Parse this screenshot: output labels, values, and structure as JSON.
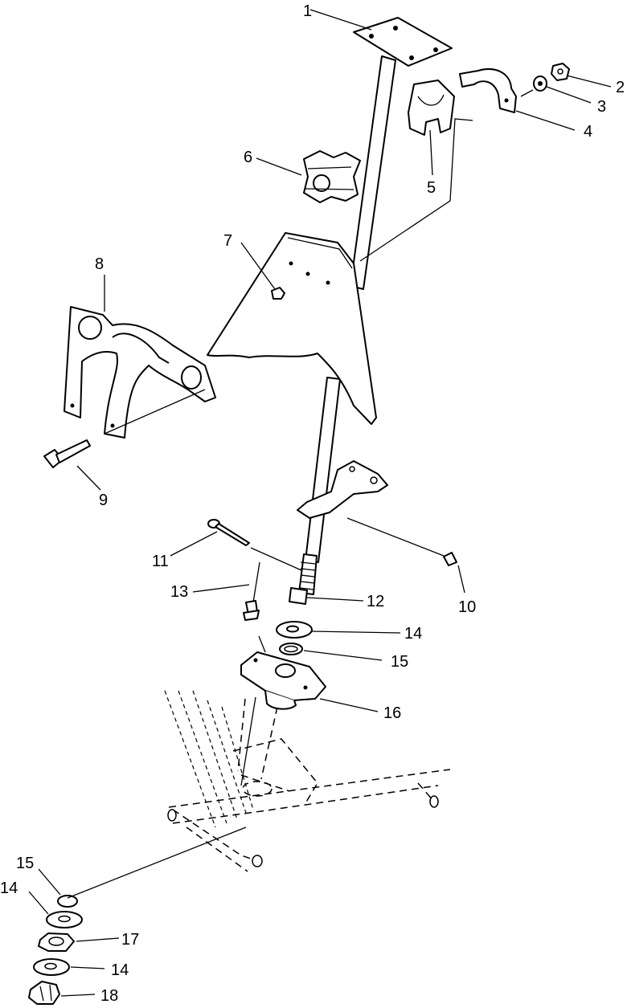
{
  "diagram": {
    "callouts": [
      {
        "id": "callout-1",
        "text": "1"
      },
      {
        "id": "callout-2",
        "text": "2"
      },
      {
        "id": "callout-3",
        "text": "3"
      },
      {
        "id": "callout-4",
        "text": "4"
      },
      {
        "id": "callout-5",
        "text": "5"
      },
      {
        "id": "callout-6",
        "text": "6"
      },
      {
        "id": "callout-7",
        "text": "7"
      },
      {
        "id": "callout-8",
        "text": "8"
      },
      {
        "id": "callout-9",
        "text": "9"
      },
      {
        "id": "callout-10",
        "text": "10"
      },
      {
        "id": "callout-11",
        "text": "11"
      },
      {
        "id": "callout-12",
        "text": "12"
      },
      {
        "id": "callout-13",
        "text": "13"
      },
      {
        "id": "callout-14a",
        "text": "14"
      },
      {
        "id": "callout-15a",
        "text": "15"
      },
      {
        "id": "callout-16",
        "text": "16"
      },
      {
        "id": "callout-15b",
        "text": "15"
      },
      {
        "id": "callout-14b",
        "text": "14"
      },
      {
        "id": "callout-17",
        "text": "17"
      },
      {
        "id": "callout-14c",
        "text": "14"
      },
      {
        "id": "callout-18",
        "text": "18"
      }
    ]
  }
}
